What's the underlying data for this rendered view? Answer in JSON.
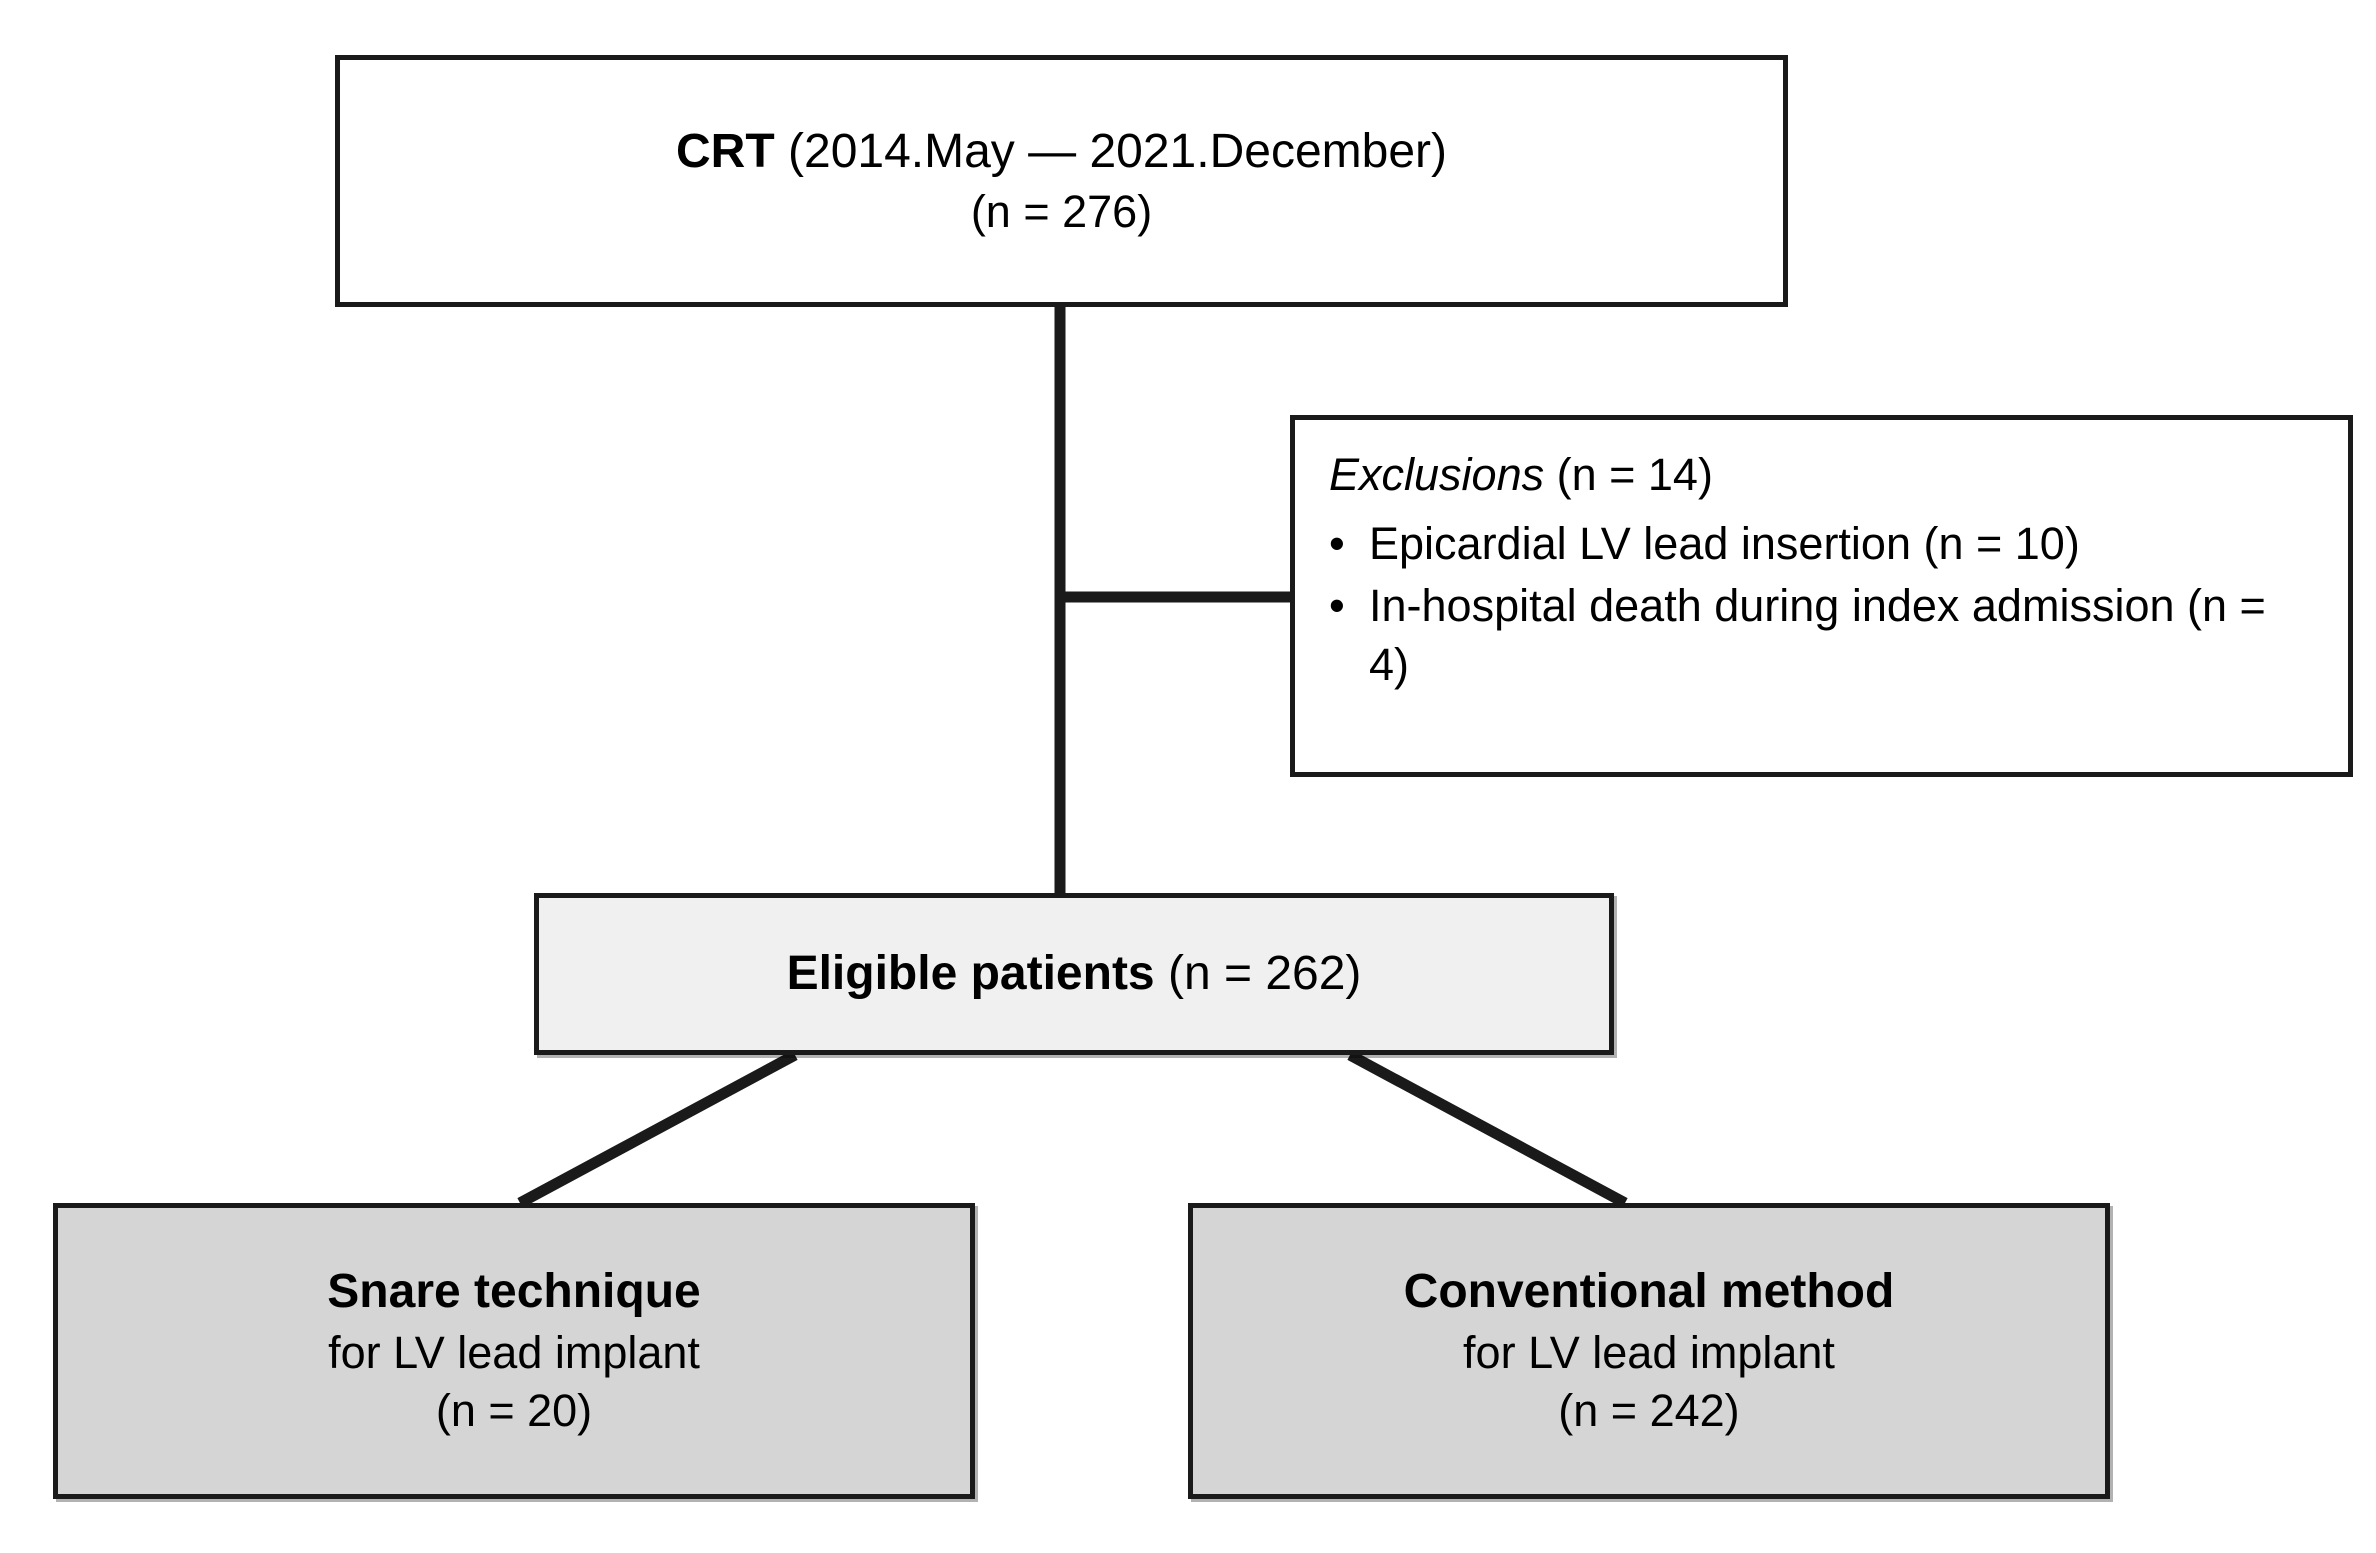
{
  "diagram": {
    "type": "flowchart",
    "title": "CRT patient selection flow diagram",
    "colors": {
      "stroke": "#1a1a1a",
      "box_white": "#ffffff",
      "box_light_gray": "#f0f0f0",
      "box_shaded_gray": "#d5d5d5",
      "text": "#000000"
    },
    "nodes": {
      "crt": {
        "name": "CRT cohort box",
        "fill": "#ffffff",
        "line1_bold": "CRT",
        "line1_rest": " (2014.May — 2021.December)",
        "line2": "(n = 276)"
      },
      "exclusions": {
        "name": "Exclusions box",
        "fill": "#ffffff",
        "heading_bold_italic": "Exclusions",
        "heading_rest": " (n = 14)",
        "bullet_mark": "•",
        "items": [
          "Epicardial LV lead insertion (n = 10)",
          "In-hospital death during index admission (n = 4)"
        ]
      },
      "eligible": {
        "name": "Eligible patients box",
        "fill": "#f0f0f0",
        "line1_bold": "Eligible patients",
        "line1_rest": " (n = 262)"
      },
      "snare": {
        "name": "Snare technique arm box",
        "fill": "#d5d5d5",
        "line1": "Snare technique",
        "line2": "for LV lead implant",
        "line3": "(n = 20)"
      },
      "conventional": {
        "name": "Conventional method arm box",
        "fill": "#d5d5d5",
        "line1": "Conventional method",
        "line2": "for LV lead implant",
        "line3": "(n = 242)"
      }
    },
    "edges": [
      {
        "from": "crt",
        "to": "eligible",
        "style": "orthogonal-vertical"
      },
      {
        "from": "crt-trunk",
        "to": "exclusions",
        "style": "orthogonal-horizontal"
      },
      {
        "from": "eligible",
        "to": "snare",
        "style": "diagonal"
      },
      {
        "from": "eligible",
        "to": "conventional",
        "style": "diagonal"
      }
    ]
  }
}
